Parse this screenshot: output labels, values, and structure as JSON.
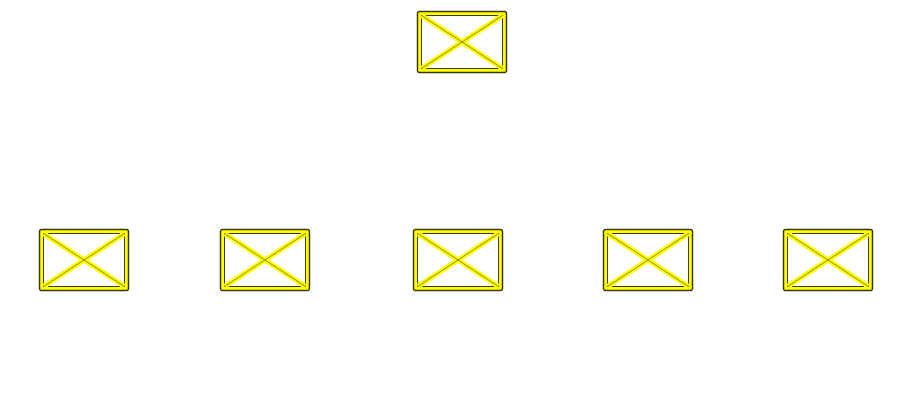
{
  "diagram": {
    "type": "org-tree",
    "style": {
      "node_fill": "#ffff00",
      "node_stroke": "#3a3a00",
      "cross_color": "#3a3a00",
      "background": "#ffffff"
    },
    "nodes": [
      {
        "id": "root",
        "icon": "broken-image-placeholder-icon",
        "label": ""
      },
      {
        "id": "child1",
        "icon": "broken-image-placeholder-icon",
        "label": ""
      },
      {
        "id": "child2",
        "icon": "broken-image-placeholder-icon",
        "label": ""
      },
      {
        "id": "child3",
        "icon": "broken-image-placeholder-icon",
        "label": ""
      },
      {
        "id": "child4",
        "icon": "broken-image-placeholder-icon",
        "label": ""
      },
      {
        "id": "child5",
        "icon": "broken-image-placeholder-icon",
        "label": ""
      }
    ],
    "edges": []
  }
}
